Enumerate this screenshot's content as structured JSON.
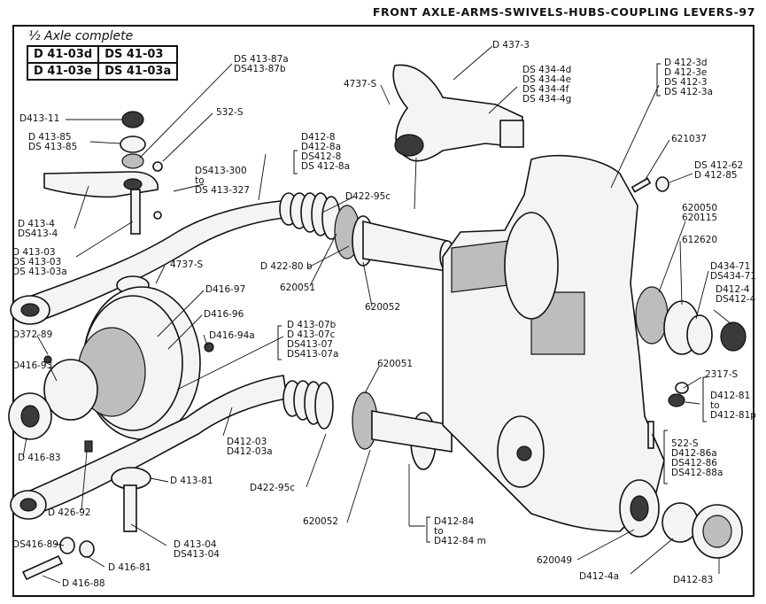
{
  "header": "FRONT AXLE-ARMS-SWIVELS-HUBS-COUPLING LEVERS-97",
  "axle_complete": {
    "title": "½ Axle complete",
    "rows": [
      [
        "D 41-03d",
        "DS 41-03"
      ],
      [
        "D 41-03e",
        "DS 41-03a"
      ]
    ]
  },
  "labels": {
    "l1": "D413-11",
    "l2": "D 413-85\nDS 413-85",
    "l3": "DS 413-87a\nDS413-87b",
    "l4": "532-S",
    "l5": "DS413-300\nto\nDS 413-327",
    "l6": "D 413-4\nDS413-4",
    "l7": "D 413-03\nDS 413-03\nDS 413-03a",
    "l8": "D412-8\nD412-8a\nDS412-8\nDS 412-8a",
    "l9": "D422-95c",
    "l10": "D 422-80 b",
    "l11": "620051",
    "l12": "620052",
    "l13": "4737-S",
    "l14": "D 437-3",
    "l15": "DS 434-4d\nDS 434-4e\nDS 434-4f\nDS 434-4g",
    "l16": "4737-S",
    "l17": "D 412-3d\nD 412-3e\nDS 412-3\nDS 412-3a",
    "l18": "621037",
    "l19": "DS 412-62\nD 412-85",
    "l20": "620050\n620115",
    "l21": "612620",
    "l22": "D434-71\nDS434-71",
    "l23": "D412-4\nDS412-4",
    "l24": "D416-97",
    "l25": "D416-96",
    "l26": "D372-89",
    "l27": "D416-94a",
    "l28": "D416-93",
    "l29": "D 413-07b\nD 413-07c\nDS413-07\nDS413-07a",
    "l30": "620051",
    "l31": "2317-S",
    "l32": "D412-81\nto\nD412-81p",
    "l33": "D 416-83",
    "l34": "D412-03\nD412-03a",
    "l35": "D 413-81",
    "l36": "D 426-92",
    "l37": "D422-95c",
    "l38": "620052",
    "l39": "522-S\nD412-86a\nDS412-86\nDS412-88a",
    "l40": "D412-84\nto\nD412-84 m",
    "l41": "DS416-89",
    "l42": "D 413-04\nDS413-04",
    "l43": "D 416-81",
    "l44": "D 416-88",
    "l45": "620049",
    "l46": "D412-4a",
    "l47": "D412-83"
  }
}
